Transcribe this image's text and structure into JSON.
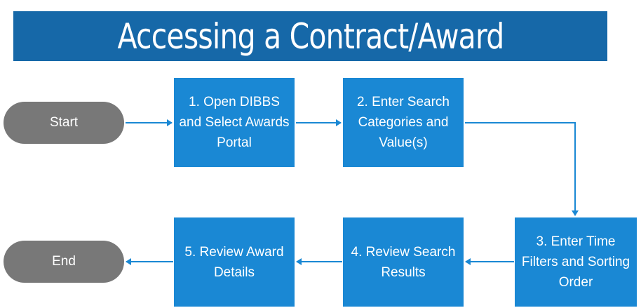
{
  "title": "Accessing a Contract/Award",
  "nodes": {
    "start": "Start",
    "step1": "1. Open DIBBS and Select Awards Portal",
    "step2": "2. Enter Search Categories and Value(s)",
    "step3": "3. Enter Time Filters and Sorting Order",
    "step4": "4. Review Search Results",
    "step5": "5. Review Award Details",
    "end": "End"
  },
  "colors": {
    "title_bg": "#1668a8",
    "box": "#1a88d4",
    "terminal": "#787878",
    "arrow": "#1a88d4"
  }
}
